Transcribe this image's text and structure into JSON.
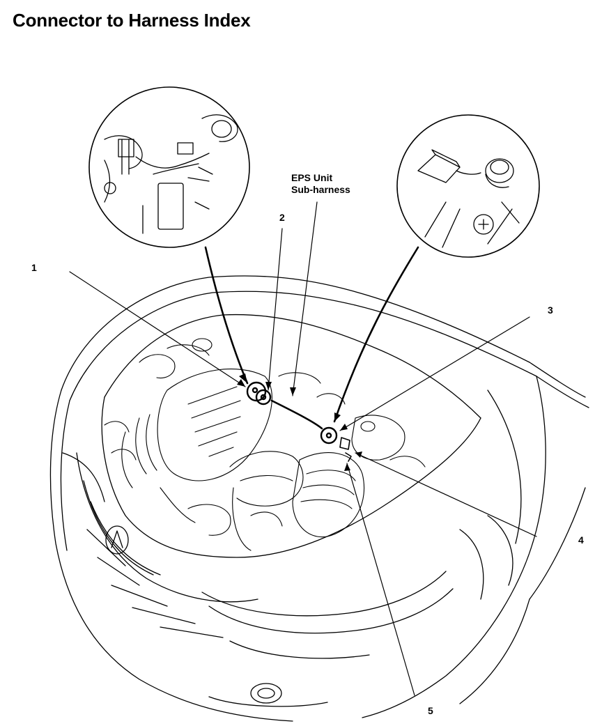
{
  "title": "Connector to Harness Index",
  "callouts": [
    "1",
    "2",
    "3",
    "4",
    "5"
  ],
  "sub_label": {
    "line1": "EPS Unit",
    "line2": "Sub-harness"
  }
}
